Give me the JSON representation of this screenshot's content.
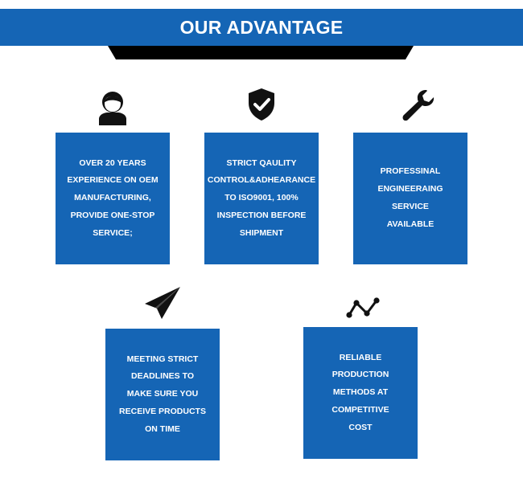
{
  "header": {
    "title": "OUR ADVANTAGE"
  },
  "colors": {
    "primary_blue": "#1565b5",
    "icon_black": "#111111",
    "text_white": "#ffffff"
  },
  "advantages": [
    {
      "icon": "person-icon",
      "text": "OVER 20 YEARS\nEXPERIENCE ON OEM\nMANUFACTURING,\nPROVIDE ONE-STOP\nSERVICE;"
    },
    {
      "icon": "shield-check-icon",
      "text": "STRICT QAULITY\nCONTROL&ADHEARANCE\nTO ISO9001, 100%\nINSPECTION BEFORE\nSHIPMENT"
    },
    {
      "icon": "wrench-icon",
      "text": "PROFESSINAL\nENGINEERAING\nSERVICE\nAVAILABLE"
    },
    {
      "icon": "paper-plane-icon",
      "text": "MEETING STRICT\nDEADLINES TO\nMAKE SURE YOU\nRECEIVE PRODUCTS\nON TIME"
    },
    {
      "icon": "line-chart-icon",
      "text": "RELIABLE\nPRODUCTION\nMETHODS AT\nCOMPETITIVE\nCOST"
    }
  ]
}
